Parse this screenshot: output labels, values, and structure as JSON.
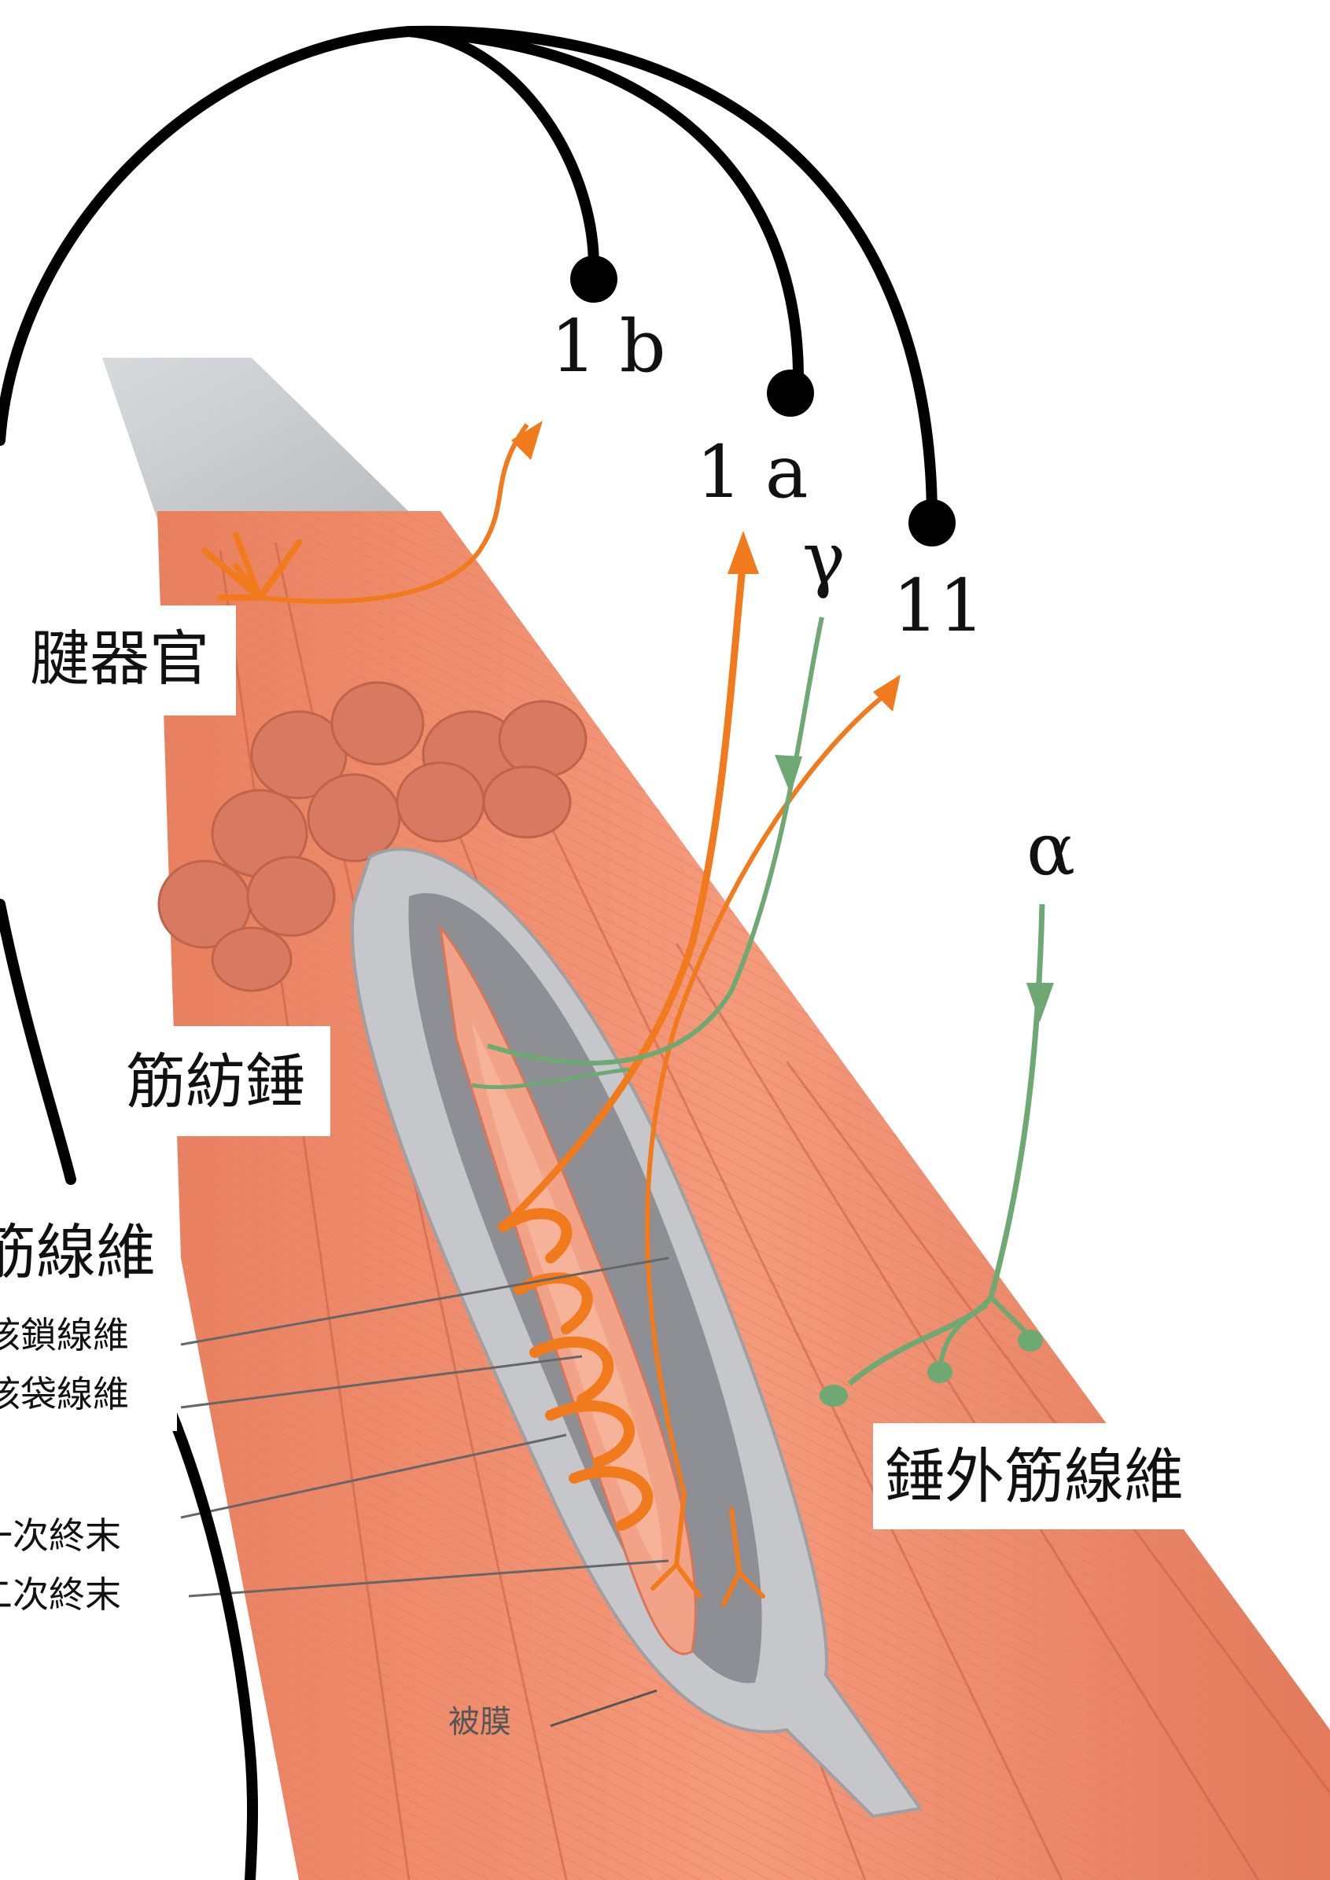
{
  "labels": {
    "tendon_organ": "腱器官",
    "muscle_spindle": "筋紡錘",
    "intrafusal_fiber": "筋線維",
    "nuclear_chain": "核鎖線維",
    "nuclear_bag": "核袋線維",
    "primary_ending": "一次終末",
    "secondary_ending": "二次終末",
    "capsule": "被膜",
    "extrafusal": "錘外筋線維"
  },
  "nerves": {
    "ib": "1 b",
    "ia": "1 a",
    "ii": "11",
    "gamma": "γ",
    "alpha": "α"
  },
  "colors": {
    "muscle": "#f08a6a",
    "muscle_dark": "#d9684c",
    "tendon": "#c9c9cc",
    "capsule": "#b8b9bd",
    "afferent": "#f07a1c",
    "efferent": "#6ea873",
    "reflex_line": "#000000"
  }
}
